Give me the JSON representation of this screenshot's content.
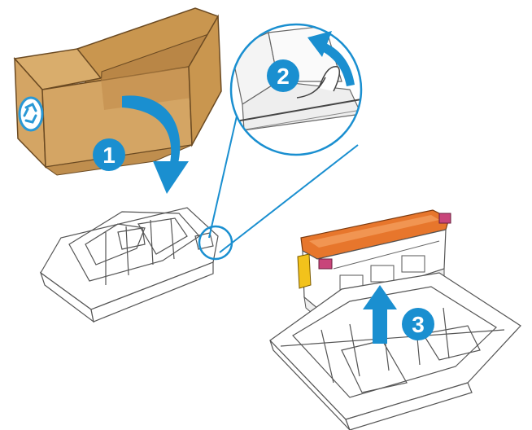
{
  "steps": [
    {
      "number": "1",
      "caption": ""
    },
    {
      "number": "2",
      "caption": ""
    },
    {
      "number": "3",
      "caption": ""
    }
  ],
  "colors": {
    "callout_blue": "#1a8fd0",
    "cardboard": "#d4a564",
    "cardboard_dark": "#b98646",
    "toner_orange": "#e7762c",
    "toner_yellow": "#f2c21b",
    "toner_magenta": "#c8457a",
    "outline": "#444444",
    "tray_fill": "#ffffff",
    "recycle_icon": "#2a98d5"
  },
  "icons": [
    "recycle-icon",
    "curved-arrow-down-icon",
    "curved-arrow-up-icon",
    "straight-arrow-up-icon"
  ]
}
